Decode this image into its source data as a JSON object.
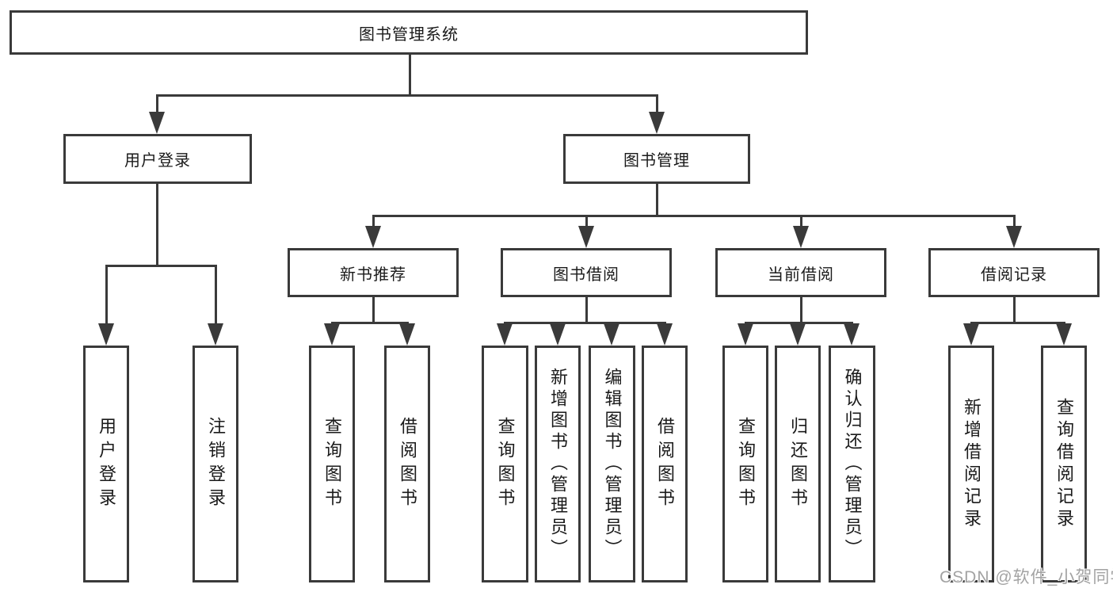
{
  "diagram": {
    "root": {
      "label": "图书管理系统"
    },
    "branches": [
      {
        "label": "用户登录",
        "children": [
          {
            "label": "用户登录"
          },
          {
            "label": "注销登录"
          }
        ]
      },
      {
        "label": "图书管理",
        "children": [
          {
            "label": "新书推荐",
            "children": [
              {
                "label": "查询图书"
              },
              {
                "label": "借阅图书"
              }
            ]
          },
          {
            "label": "图书借阅",
            "children": [
              {
                "label": "查询图书"
              },
              {
                "label": "新增图书（管理员）"
              },
              {
                "label": "编辑图书（管理员）"
              },
              {
                "label": "借阅图书"
              }
            ]
          },
          {
            "label": "当前借阅",
            "children": [
              {
                "label": "查询图书"
              },
              {
                "label": "归还图书"
              },
              {
                "label": "确认归还（管理员）"
              }
            ]
          },
          {
            "label": "借阅记录",
            "children": [
              {
                "label": "新增借阅记录"
              },
              {
                "label": "查询借阅记录"
              }
            ]
          }
        ]
      }
    ]
  },
  "watermark": {
    "text": "CSDN @软件_小贺同学"
  },
  "colors": {
    "line": "#3a3a3a",
    "box_border": "#3a3a3a",
    "text": "#1a1a1a",
    "background": "#ffffff",
    "watermark": "#a3a3a3"
  }
}
